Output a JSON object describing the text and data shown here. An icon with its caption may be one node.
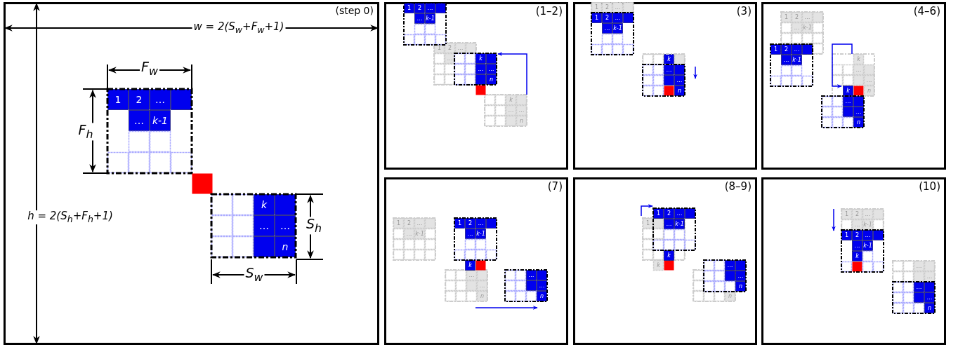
{
  "diagram": {
    "nodes": [
      {
        "text": [
          "(step 0)"
        ]
      },
      {
        "text": [
          "(1–2)"
        ]
      },
      {
        "text": [
          "(3)"
        ]
      },
      {
        "text": [
          "(4–6)"
        ]
      },
      {
        "text": [
          "(7)"
        ]
      },
      {
        "text": [
          "(8–9)"
        ]
      },
      {
        "text": [
          "(10)"
        ]
      }
    ],
    "labels": [
      "w = 2(S$_{w}$+F$_{w}$+1)",
      "h = 2(S$_{h}$+F$_{h}$+1)",
      "F$_{w}$",
      "F$_{h}$",
      "S$_{h}$",
      "S$_{w}$",
      "1",
      "2",
      "…",
      "…",
      "k-1",
      "k",
      "…",
      "…",
      "n",
      "1",
      "2",
      "…",
      "…",
      "k",
      "…",
      "…",
      "n",
      "1",
      "2",
      "…",
      "…",
      "k-1",
      "k",
      "…",
      "…",
      "n",
      "1",
      "2",
      "…",
      "k",
      "1",
      "2",
      "…",
      "…",
      "k-1",
      "…",
      "…",
      "n",
      "1",
      "2",
      "…",
      "…",
      "k-1",
      "k",
      "…",
      "…",
      "n",
      "1",
      "2",
      "…",
      "…",
      "k-1",
      "k",
      "…",
      "…",
      "n",
      "1",
      "2",
      "…",
      "…",
      "k-1",
      "…",
      "…",
      "n",
      "1",
      "2",
      "…",
      "…",
      "k-1",
      "k",
      "…",
      "…",
      "n",
      "1",
      "k",
      "n",
      "1",
      "2",
      "…",
      "…",
      "k-1",
      "k",
      "…",
      "…",
      "n",
      "1",
      "2",
      "…",
      "…",
      "k-1",
      "…",
      "…",
      "1",
      "2",
      "…",
      "…",
      "k-1",
      "k",
      "…",
      "…",
      "n"
    ]
  }
}
